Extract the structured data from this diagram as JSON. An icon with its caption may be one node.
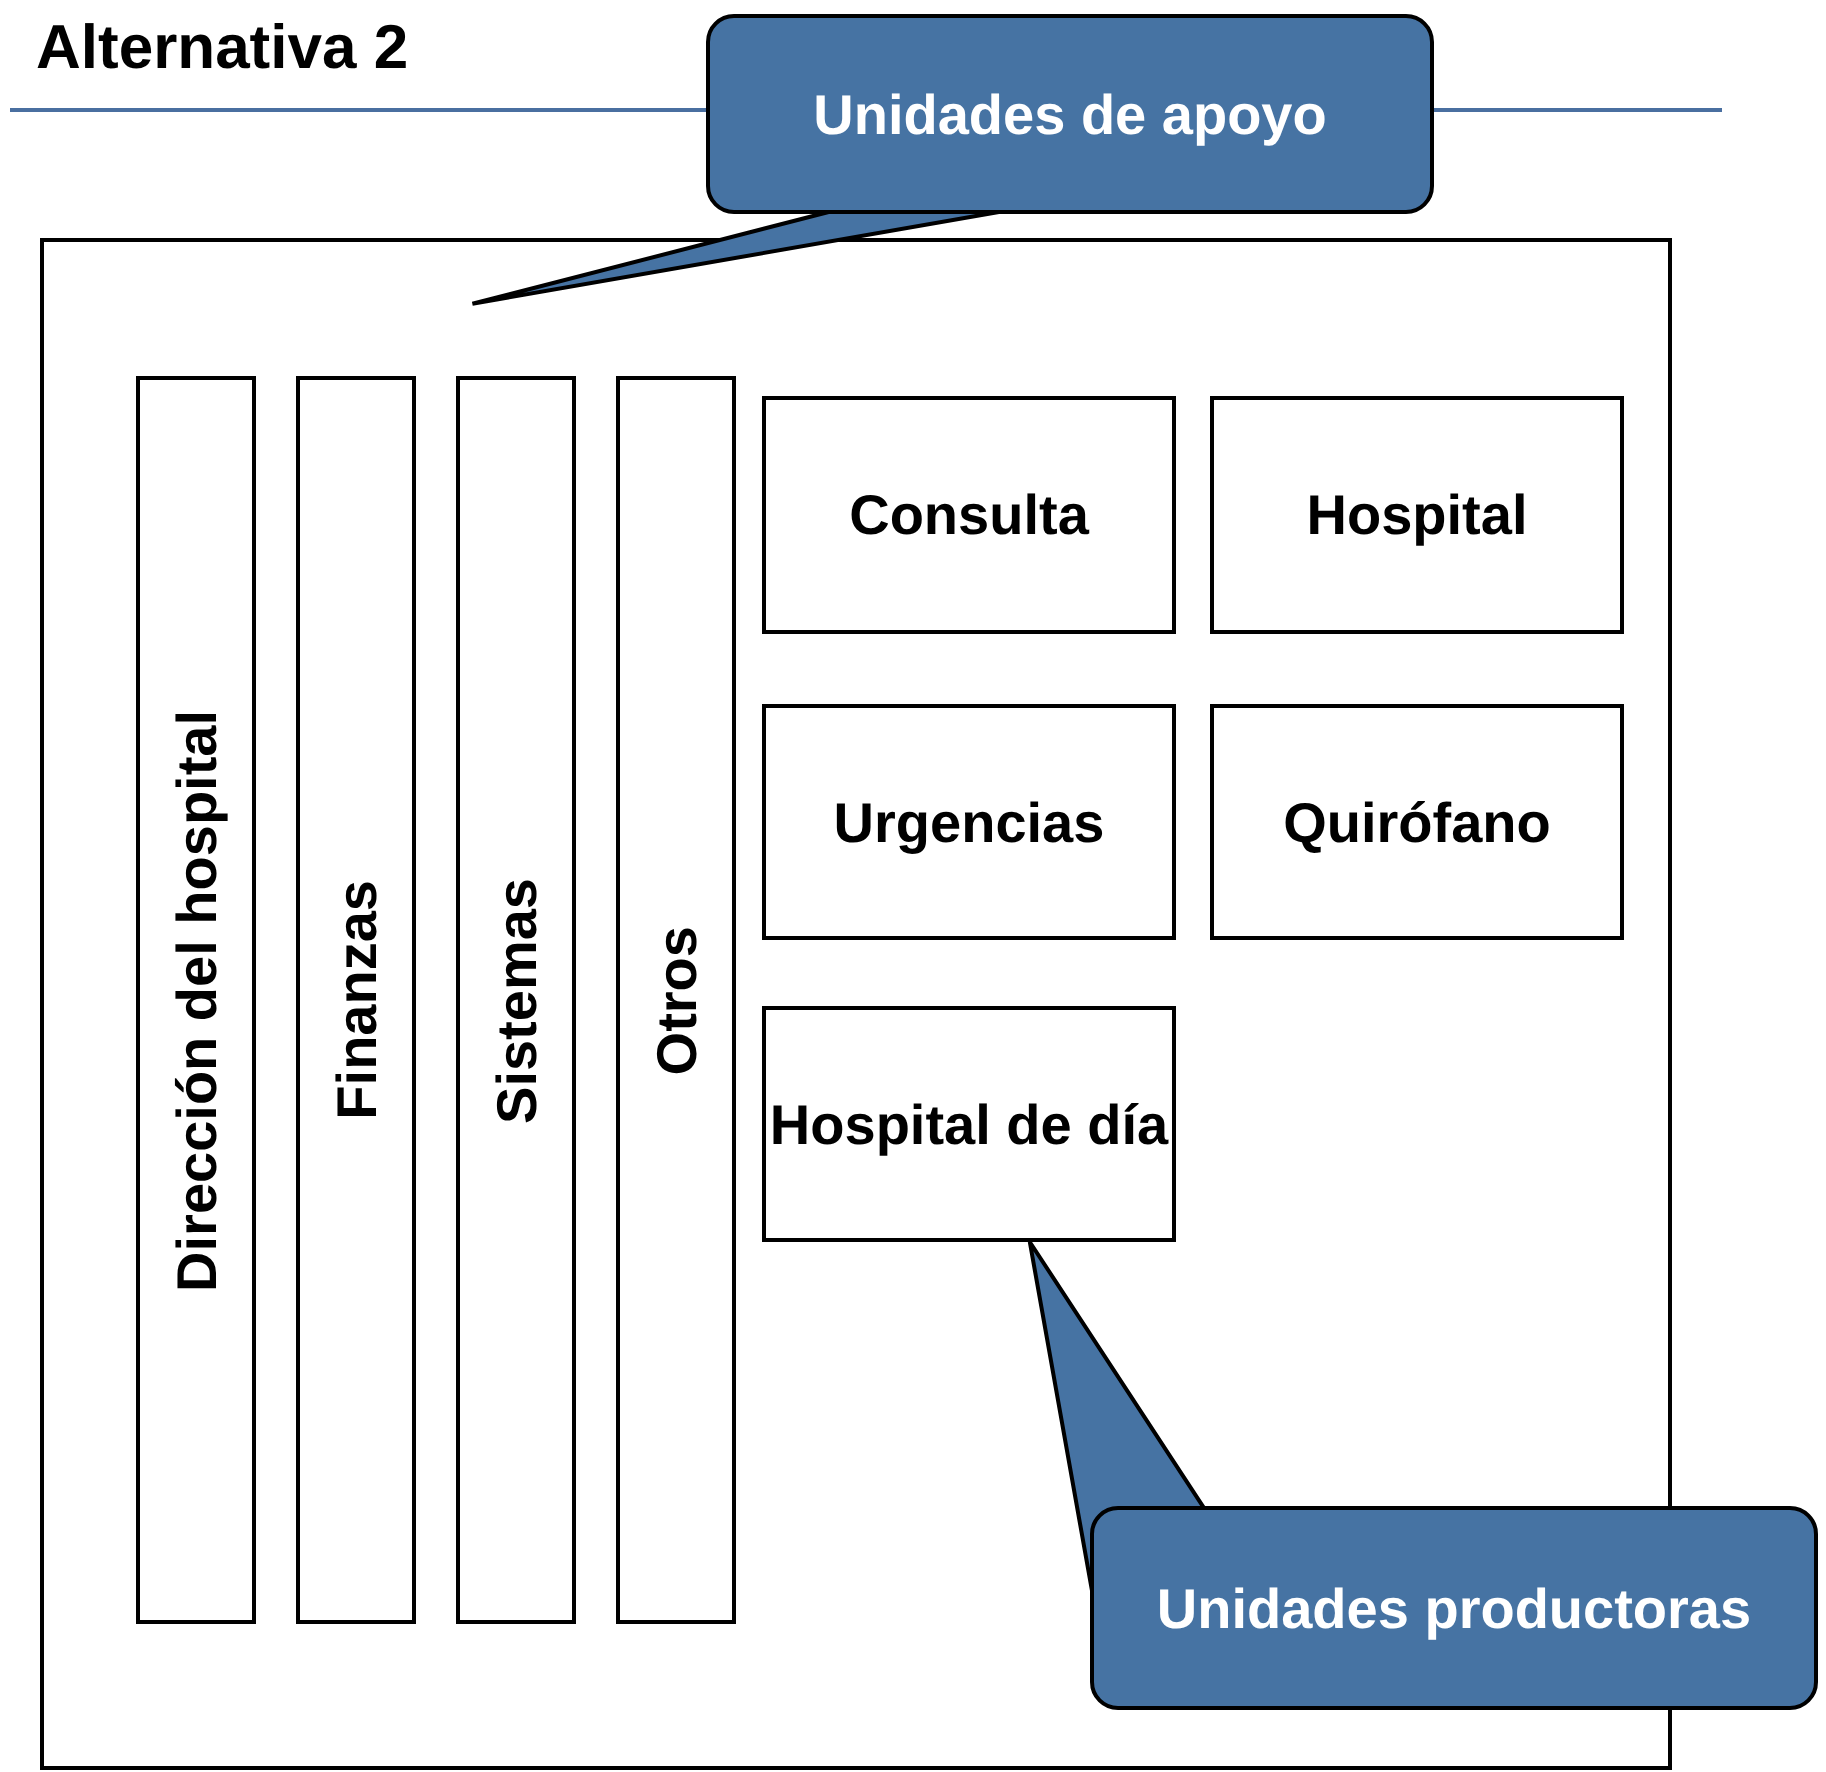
{
  "diagram": {
    "title": "Alternativa 2",
    "nodes": [
      {
        "text": [],
        "shape": "box"
      },
      {
        "text": [
          "Dirección del hospital"
        ],
        "in": 0
      },
      {
        "text": [
          "Finanzas"
        ],
        "in": 0
      },
      {
        "text": [
          "Sistemas"
        ],
        "in": 0
      },
      {
        "text": [
          "Otros"
        ],
        "in": 0
      },
      {
        "text": [
          "Consulta"
        ],
        "in": 0
      },
      {
        "text": [
          "Hospital"
        ],
        "in": 0
      },
      {
        "text": [
          "Urgencias"
        ],
        "in": 0
      },
      {
        "text": [
          "Quirófano"
        ],
        "in": 0
      },
      {
        "text": [
          "Hospital de día"
        ],
        "in": 0
      },
      {
        "text": [
          "Unidades de apoyo"
        ]
      },
      {
        "text": [
          "Unidades productoras"
        ]
      }
    ],
    "edges": [
      {
        "from": 10,
        "to": 0,
        "arrow": "none"
      },
      {
        "from": 11,
        "to": 9,
        "arrow": "none"
      }
    ]
  }
}
